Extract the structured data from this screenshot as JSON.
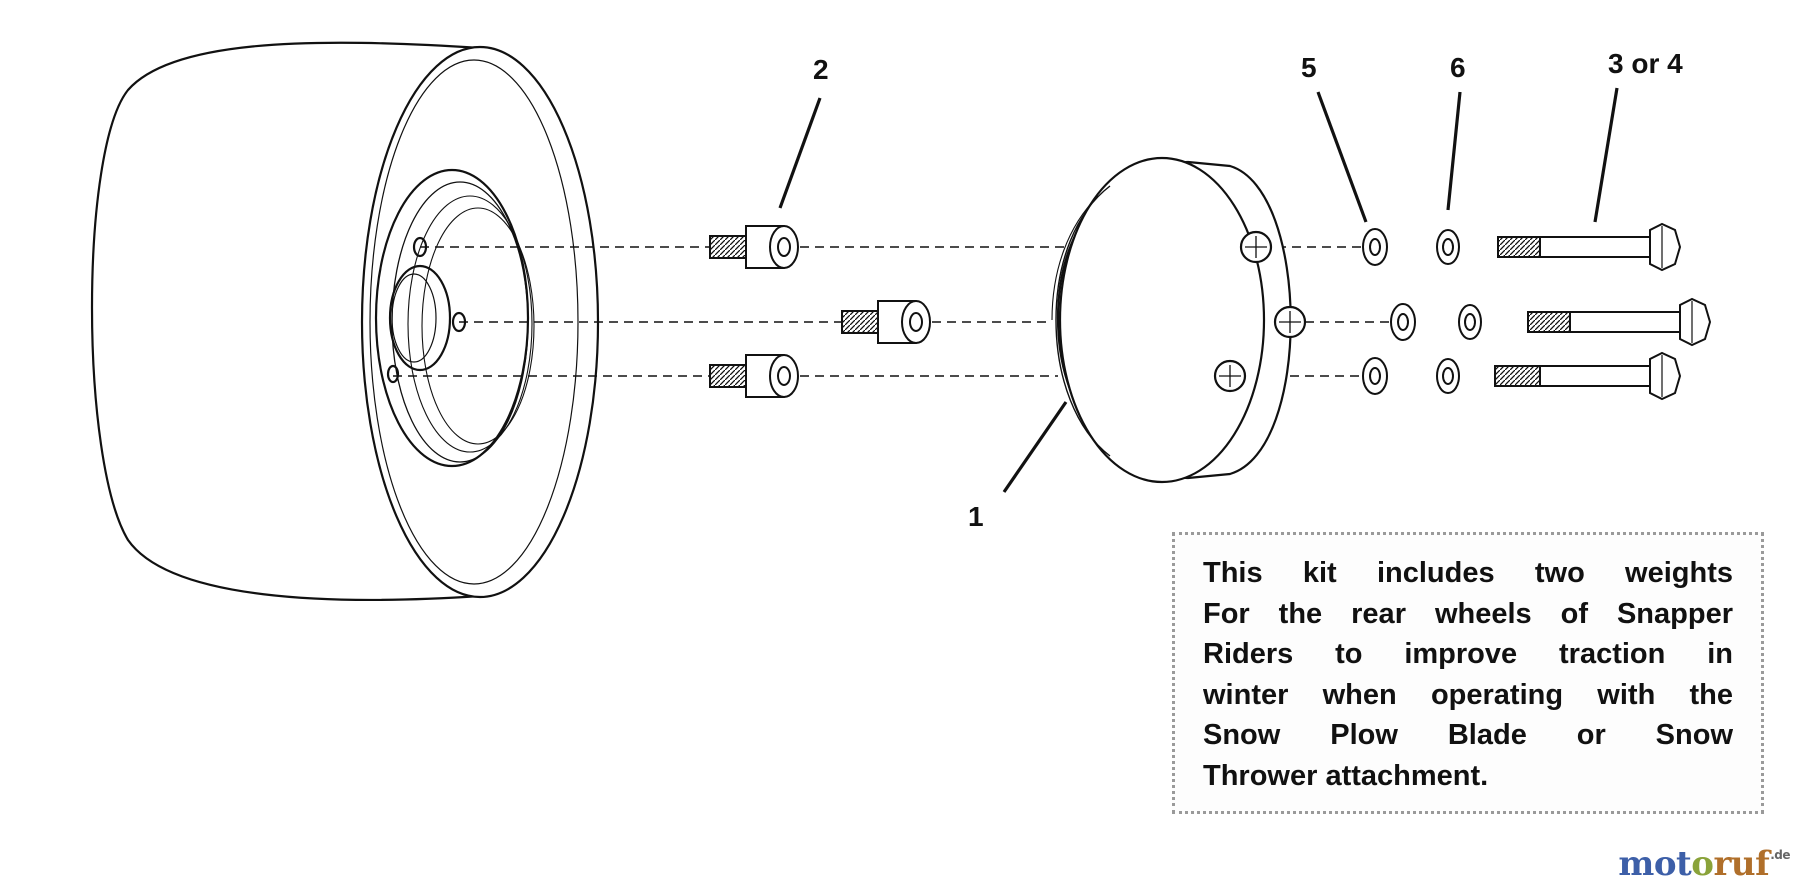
{
  "callouts": {
    "part_1": "1",
    "part_2": "2",
    "part_3_or_4": "3 or 4",
    "part_5": "5",
    "part_6": "6"
  },
  "note": {
    "lines": [
      "This kit includes two weights",
      "For the rear wheels of Snapper",
      "Riders to improve traction in",
      "winter when operating with the",
      "Snow Plow Blade or Snow",
      "Thrower attachment."
    ]
  },
  "watermark": {
    "brand_a": "mot",
    "brand_b": "o",
    "brand_c": "ruf",
    "tld": ".de"
  },
  "colors": {
    "line": "#111111",
    "watermark_blue": "#3d5fa8",
    "watermark_green": "#8aa33a",
    "watermark_orange": "#b06f2a"
  }
}
